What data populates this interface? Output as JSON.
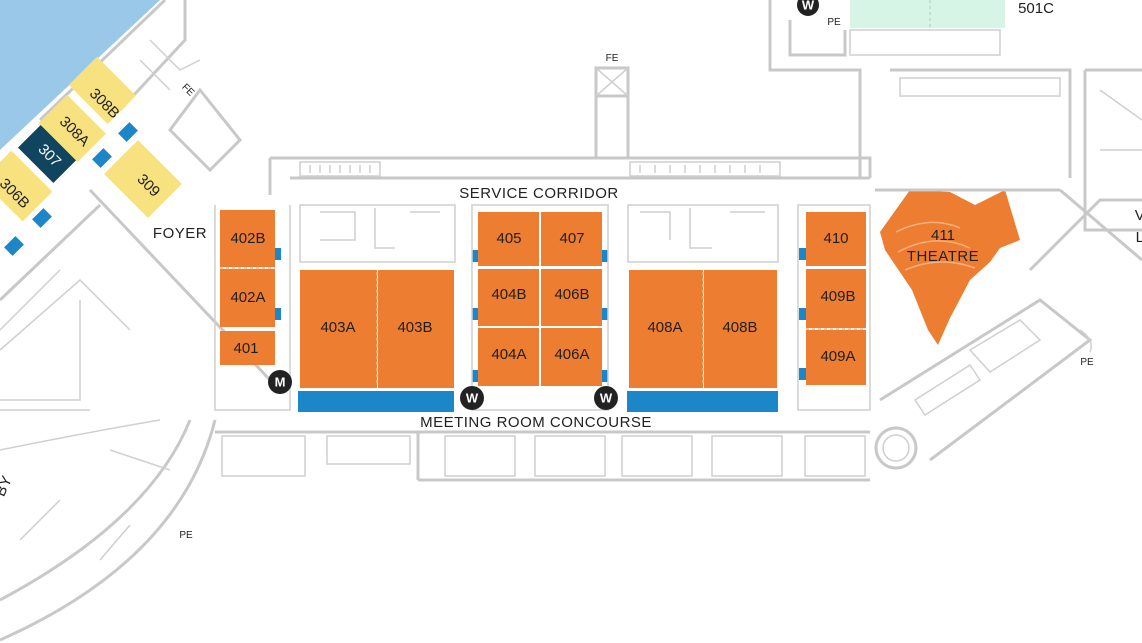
{
  "areas": {
    "service_corridor": "SERVICE CORRIDOR",
    "meeting_room_concourse": "MEETING ROOM CONCOURSE",
    "foyer": "FOYER",
    "theatre": "THEATRE"
  },
  "rooms": {
    "r308B": "308B",
    "r308A": "308A",
    "r307": "307",
    "r306B": "306B",
    "r309": "309",
    "r402B": "402B",
    "r402A": "402A",
    "r401": "401",
    "r403A": "403A",
    "r403B": "403B",
    "r405": "405",
    "r407": "407",
    "r404B": "404B",
    "r406B": "406B",
    "r404A": "404A",
    "r406A": "406A",
    "r408A": "408A",
    "r408B": "408B",
    "r410": "410",
    "r409B": "409B",
    "r409A": "409A",
    "r411": "411",
    "r501C": "501C"
  },
  "markers": {
    "m": "M",
    "w": "W"
  },
  "small_labels": {
    "fe": "FE",
    "pe": "PE"
  },
  "clipped_text": {
    "right_edge_1": "V",
    "right_edge_2": "L",
    "left_lobby": "BY"
  },
  "colors": {
    "meeting_room": "#ed7d31",
    "room_300_series": "#f7e27f",
    "room_307": "#10445f",
    "room_501": "#d6f5e6",
    "concourse_bar": "#1b86c8",
    "water": "#9ac8e8"
  }
}
